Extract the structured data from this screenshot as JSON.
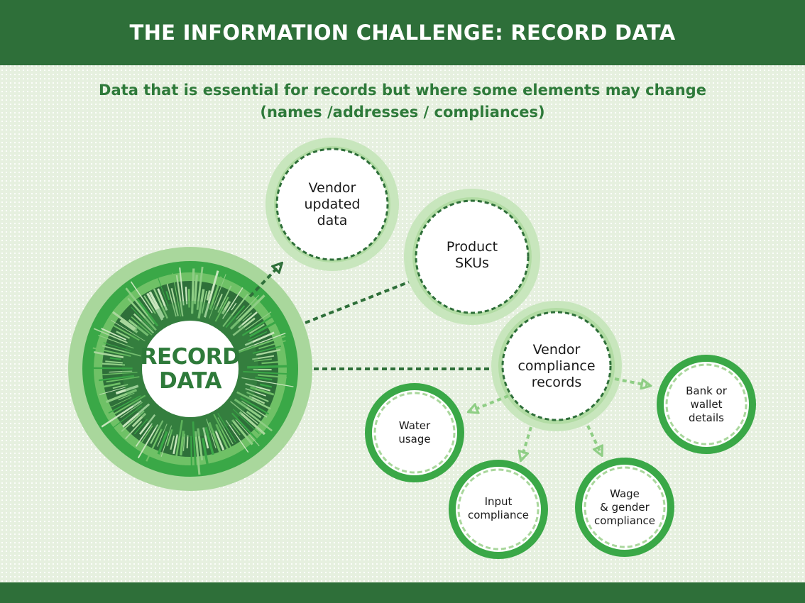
{
  "header": {
    "title": "THE INFORMATION CHALLENGE: RECORD DATA"
  },
  "subtitle": {
    "line1": "Data that is essential for records but where some elements may change",
    "line2": "(names /addresses / compliances)"
  },
  "colors": {
    "dark_green": "#2e6f39",
    "medium_green": "#3aa847",
    "light_green": "#a9d79c",
    "pale_green": "#c8e6bd",
    "background": "#e6f0df"
  },
  "center": {
    "line1": "RECORD",
    "line2": "DATA"
  },
  "nodes": {
    "vendor_updated": {
      "lines": [
        "Vendor",
        "updated",
        "data"
      ]
    },
    "product_skus": {
      "lines": [
        "Product",
        "SKUs"
      ]
    },
    "vendor_compliance": {
      "lines": [
        "Vendor",
        "compliance",
        "records"
      ]
    },
    "bank_wallet": {
      "lines": [
        "Bank or",
        "wallet",
        "details"
      ]
    },
    "water_usage": {
      "lines": [
        "Water",
        "usage"
      ]
    },
    "input_compliance": {
      "lines": [
        "Input",
        "compliance"
      ]
    },
    "wage_gender": {
      "lines": [
        "Wage",
        "& gender",
        "compliance"
      ]
    }
  }
}
